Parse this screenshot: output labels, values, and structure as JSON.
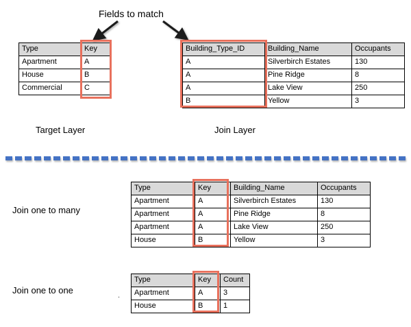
{
  "title": {
    "fields_to_match": "Fields to match"
  },
  "captions": {
    "target_layer": "Target Layer",
    "join_layer": "Join Layer",
    "join_one_to_many": "Join one to many",
    "join_one_to_one": "Join one to one",
    "stray_dot": "."
  },
  "colors": {
    "highlight_box": "#e8705c",
    "divider": "#4472c4",
    "header_fill": "#d9d9d9",
    "border": "#000000"
  },
  "tables": {
    "target_layer": {
      "headers": [
        "Type",
        "Key"
      ],
      "rows": [
        [
          "Apartment",
          "A"
        ],
        [
          "House",
          "B"
        ],
        [
          "Commercial",
          "C"
        ]
      ],
      "highlight_column": "Key"
    },
    "join_layer": {
      "headers": [
        "Building_Type_ID",
        "Building_Name",
        "Occupants"
      ],
      "rows": [
        [
          "A",
          "Silverbirch Estates",
          "130"
        ],
        [
          "A",
          "Pine Ridge",
          "8"
        ],
        [
          "A",
          "Lake View",
          "250"
        ],
        [
          "B",
          "Yellow",
          "3"
        ]
      ],
      "highlight_column": "Building_Type_ID"
    },
    "join_one_to_many": {
      "headers": [
        "Type",
        "Key",
        "Building_Name",
        "Occupants"
      ],
      "rows": [
        [
          "Apartment",
          "A",
          "Silverbirch Estates",
          "130"
        ],
        [
          "Apartment",
          "A",
          "Pine Ridge",
          "8"
        ],
        [
          "Apartment",
          "A",
          "Lake View",
          "250"
        ],
        [
          "House",
          "B",
          "Yellow",
          "3"
        ]
      ],
      "highlight_column": "Key"
    },
    "join_one_to_one": {
      "headers": [
        "Type",
        "Key",
        "Count"
      ],
      "rows": [
        [
          "Apartment",
          "A",
          "3"
        ],
        [
          "House",
          "B",
          "1"
        ]
      ],
      "highlight_column": "Key"
    }
  },
  "annotations": {
    "arrow_left_label": "arrow pointing to Target Layer Key column",
    "arrow_right_label": "arrow pointing to Join Layer Building_Type_ID column"
  }
}
